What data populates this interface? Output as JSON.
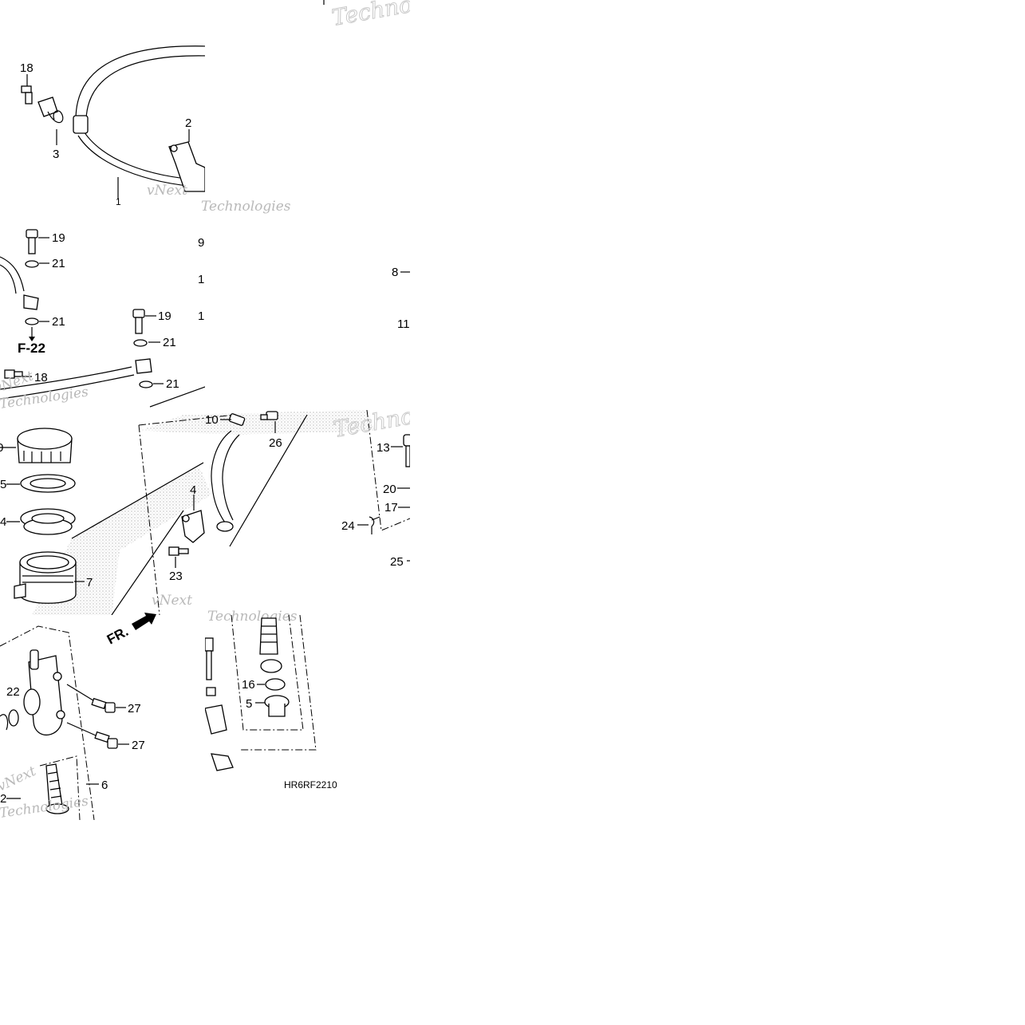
{
  "diagram": {
    "part_code": "HR6RF2210",
    "reference_label": "F-22",
    "direction_label": "FR.",
    "watermark": {
      "line1": "vNext",
      "line2": "Technologies",
      "partial": "Techno"
    },
    "callouts": {
      "c18a": "18",
      "c3": "3",
      "c2": "2",
      "c1a": "1",
      "c19a": "19",
      "c21a": "21",
      "c21b": "21",
      "c19b": "19",
      "c21c": "21",
      "c21d": "21",
      "c18b": "18",
      "c9": "9",
      "c1b": "1",
      "c1c": "1",
      "c8": "8",
      "c11": "11",
      "c10": "10",
      "c26": "26",
      "c13": "13",
      "c20": "20",
      "c17": "17",
      "c24": "24",
      "c25": "25",
      "c4a": "4",
      "c23": "23",
      "c0": "0",
      "c5a": "5",
      "c4b": "4",
      "c7": "7",
      "c22": "22",
      "c27a": "27",
      "c27b": "27",
      "c6": "6",
      "c2b": "2",
      "c16": "16",
      "c5b": "5",
      "c1top": "1"
    }
  }
}
